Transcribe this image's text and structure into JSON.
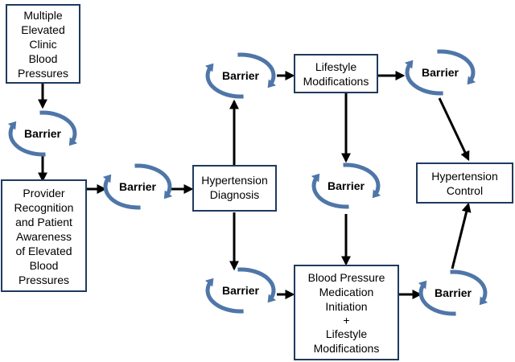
{
  "boxes": {
    "multiple_elevated": [
      "Multiple",
      "Elevated",
      "Clinic",
      "Blood",
      "Pressures"
    ],
    "provider_recognition": [
      "Provider",
      "Recognition",
      "and Patient",
      "Awareness",
      "of Elevated",
      "Blood",
      "Pressures"
    ],
    "hypertension_diagnosis": [
      "Hypertension",
      "Diagnosis"
    ],
    "lifestyle_modifications": [
      "Lifestyle",
      "Modifications"
    ],
    "bp_medication": [
      "Blood Pressure",
      "Medication",
      "Initiation",
      "+",
      "Lifestyle",
      "Modifications"
    ],
    "hypertension_control": [
      "Hypertension",
      "Control"
    ]
  },
  "barrier_label": "Barrier",
  "colors": {
    "ring": "#4f76a8",
    "box_border": "#1f3a5f",
    "arrow": "#000000"
  }
}
